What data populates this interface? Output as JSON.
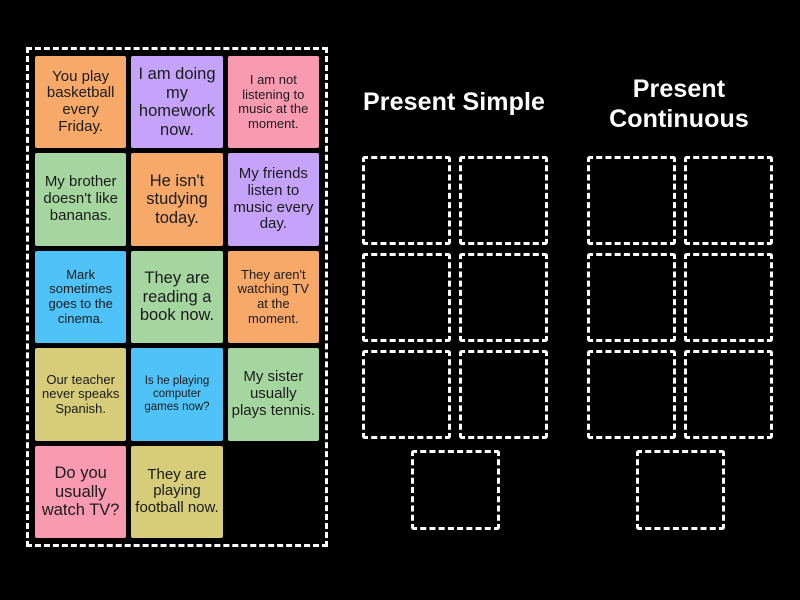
{
  "activity": {
    "type": "group-sort",
    "background_color": "#000000"
  },
  "source_panel": {
    "name": "word-cards-tray",
    "border_color": "#ffffff",
    "cards": [
      {
        "text": "You play basketball every Friday.",
        "color": "#f7a96a",
        "size": "l"
      },
      {
        "text": "I am doing my homework now.",
        "color": "#c5a3fb",
        "size": "xl"
      },
      {
        "text": "I am not listening to music at the moment.",
        "color": "#f99bb0",
        "size": "m"
      },
      {
        "text": "My brother doesn't like bananas.",
        "color": "#a6d6a0",
        "size": "l"
      },
      {
        "text": "He isn't studying today.",
        "color": "#f7a96a",
        "size": "xl"
      },
      {
        "text": "My friends listen to music every day.",
        "color": "#c5a3fb",
        "size": "l"
      },
      {
        "text": "Mark sometimes goes to the cinema.",
        "color": "#4fc3f7",
        "size": "m"
      },
      {
        "text": "They are reading a book now.",
        "color": "#a6d6a0",
        "size": "xl"
      },
      {
        "text": "They aren't watching TV at the moment.",
        "color": "#f7a96a",
        "size": "m"
      },
      {
        "text": "Our teacher never speaks Spanish.",
        "color": "#d6cc7a",
        "size": "m"
      },
      {
        "text": "Is he playing computer games now?",
        "color": "#4fc3f7",
        "size": "s"
      },
      {
        "text": "My sister usually plays tennis.",
        "color": "#a6d6a0",
        "size": "l"
      },
      {
        "text": "Do you usually watch TV?",
        "color": "#f99bb0",
        "size": "xl"
      },
      {
        "text": "They are playing football now.",
        "color": "#d6cc7a",
        "size": "l"
      },
      {
        "text": "",
        "color": "transparent",
        "size": "m"
      }
    ]
  },
  "columns": [
    {
      "title": "Present Simple",
      "slot_count": 6,
      "extra_slot": true
    },
    {
      "title": "Present Continuous",
      "slot_count": 6,
      "extra_slot": true
    }
  ]
}
